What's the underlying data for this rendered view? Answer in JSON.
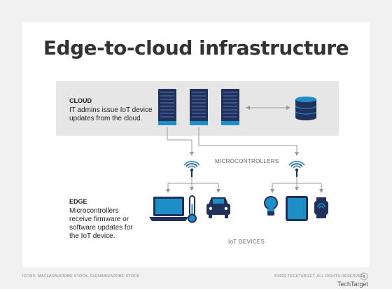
{
  "title": "Edge-to-cloud infrastructure",
  "cloud": {
    "heading": "CLOUD",
    "description_line1": "IT admins issue IoT device",
    "description_line2": "updates from the cloud."
  },
  "edge": {
    "heading": "EDGE",
    "line1": "Microcontrollers",
    "line2": "receive firmware or",
    "line3": "software updates for",
    "line4": "the IoT device."
  },
  "labels": {
    "microcontrollers": "MICROCONTROLLERS",
    "iot_devices": "IoT DEVICES"
  },
  "footer": {
    "credits": "ICONS: MACLADA/ADOBE STOCK, ELENABS/ADOBE STOCK",
    "copyright": "©2022 TECHTARGET. ALL RIGHTS RESERVED",
    "brand": "TechTarget"
  },
  "colors": {
    "navy": "#22315c",
    "accent": "#1e8ec7",
    "arrow": "#9a9a9a",
    "panel": "#e6e6e6"
  },
  "icons": [
    "server-icon",
    "database-icon",
    "wifi-icon",
    "laptop-icon",
    "thermometer-icon",
    "car-icon",
    "lightbulb-icon",
    "tablet-icon",
    "smartwatch-icon"
  ]
}
